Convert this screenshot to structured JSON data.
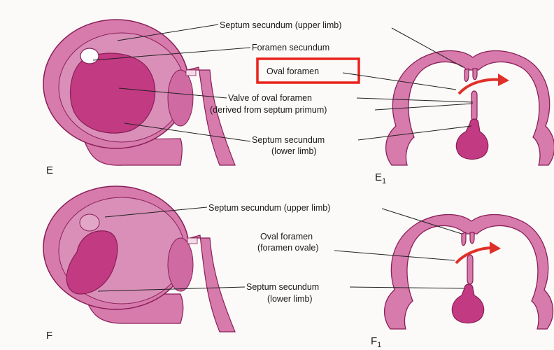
{
  "colors": {
    "light_pink": "#d77aac",
    "mid_pink": "#c94f93",
    "dark_pink": "#c23a82",
    "outline": "#8a1f57",
    "arrow": "#e0302a",
    "highlight_box": "#e8231c"
  },
  "panel_E": {
    "letter": "E",
    "labels": {
      "septum_secundum_upper": "Septum secundum (upper limb)",
      "foramen_secundum": "Foramen secundum",
      "valve_line1": "Valve of oval foramen",
      "valve_line2": "(derived from septum primum)",
      "septum_secundum_lower_line1": "Septum secundum",
      "septum_secundum_lower_line2": "(lower limb)"
    }
  },
  "panel_E1": {
    "letter": "E",
    "subscript": "1",
    "labels": {
      "oval_foramen": "Oval foramen"
    }
  },
  "panel_F": {
    "letter": "F",
    "labels": {
      "septum_secundum_upper": "Septum secundum (upper limb)",
      "oval_foramen_line1": "Oval foramen",
      "oval_foramen_line2": "(foramen ovale)",
      "septum_secundum_lower_line1": "Septum secundum",
      "septum_secundum_lower_line2": "(lower limb)"
    }
  },
  "panel_F1": {
    "letter": "F",
    "subscript": "1"
  }
}
